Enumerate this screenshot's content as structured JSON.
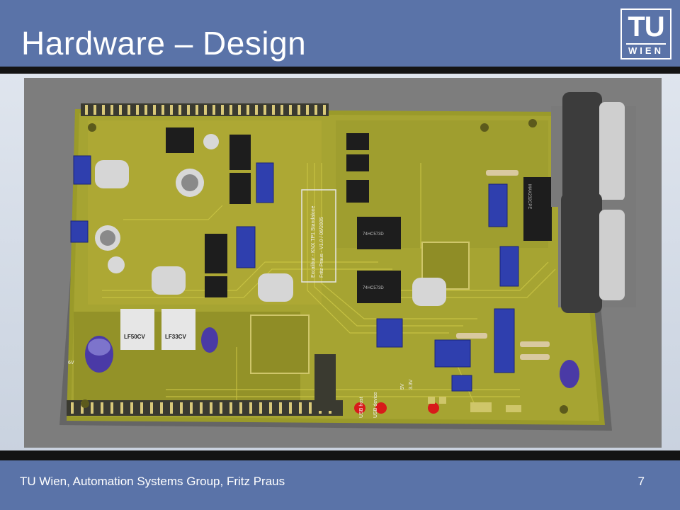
{
  "slide": {
    "title": "Hardware – Design",
    "footer": "TU Wien, Automation Systems Group, Fritz Praus",
    "page_number": "7"
  },
  "logo": {
    "line1": "TU",
    "line2": "WIEN"
  },
  "board": {
    "regulators": [
      "LF50CV",
      "LF33CV"
    ],
    "ic_labels": [
      "74HC573D",
      "74HC573D",
      "MAX232CPE"
    ],
    "silkscreen": [
      "Excalibur - KNX TP1 Standalone",
      "Fritz Praus - V1.0 / 06/2005"
    ],
    "connector_labels": [
      "USB host",
      "USB device",
      "5V",
      "3.3V",
      "6V"
    ],
    "colors": {
      "pcb": "#9a9a2a",
      "trace": "#c2bc3a",
      "jumper": "#2f3fae",
      "background": "#7d7d7d"
    }
  }
}
